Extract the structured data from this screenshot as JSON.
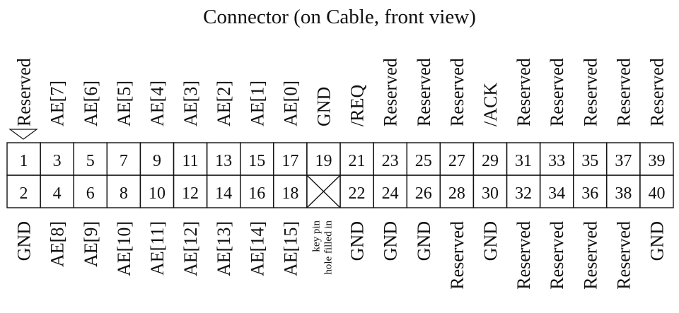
{
  "title": "Connector (on Cable, front view)",
  "top_row": [
    {
      "pin": "1",
      "signal": "Reserved"
    },
    {
      "pin": "3",
      "signal": "AE[7]"
    },
    {
      "pin": "5",
      "signal": "AE[6]"
    },
    {
      "pin": "7",
      "signal": "AE[5]"
    },
    {
      "pin": "9",
      "signal": "AE[4]"
    },
    {
      "pin": "11",
      "signal": "AE[3]"
    },
    {
      "pin": "13",
      "signal": "AE[2]"
    },
    {
      "pin": "15",
      "signal": "AE[1]"
    },
    {
      "pin": "17",
      "signal": "AE[0]"
    },
    {
      "pin": "19",
      "signal": "GND"
    },
    {
      "pin": "21",
      "signal": "/REQ"
    },
    {
      "pin": "23",
      "signal": "Reserved"
    },
    {
      "pin": "25",
      "signal": "Reserved"
    },
    {
      "pin": "27",
      "signal": "Reserved"
    },
    {
      "pin": "29",
      "signal": "/ACK"
    },
    {
      "pin": "31",
      "signal": "Reserved"
    },
    {
      "pin": "33",
      "signal": "Reserved"
    },
    {
      "pin": "35",
      "signal": "Reserved"
    },
    {
      "pin": "37",
      "signal": "Reserved"
    },
    {
      "pin": "39",
      "signal": "Reserved"
    }
  ],
  "bottom_row": [
    {
      "pin": "2",
      "signal": "GND"
    },
    {
      "pin": "4",
      "signal": "AE[8]"
    },
    {
      "pin": "6",
      "signal": "AE[9]"
    },
    {
      "pin": "8",
      "signal": "AE[10]"
    },
    {
      "pin": "10",
      "signal": "AE[11]"
    },
    {
      "pin": "12",
      "signal": "AE[12]"
    },
    {
      "pin": "14",
      "signal": "AE[13]"
    },
    {
      "pin": "16",
      "signal": "AE[14]"
    },
    {
      "pin": "18",
      "signal": "AE[15]"
    },
    {
      "pin": "",
      "signal": "",
      "key_pin": true,
      "note_lines": [
        "key pin",
        "hole filled in"
      ]
    },
    {
      "pin": "22",
      "signal": "GND"
    },
    {
      "pin": "24",
      "signal": "GND"
    },
    {
      "pin": "26",
      "signal": "GND"
    },
    {
      "pin": "28",
      "signal": "Reserved"
    },
    {
      "pin": "30",
      "signal": "GND"
    },
    {
      "pin": "32",
      "signal": "Reserved"
    },
    {
      "pin": "34",
      "signal": "Reserved"
    },
    {
      "pin": "36",
      "signal": "Reserved"
    },
    {
      "pin": "38",
      "signal": "Reserved"
    },
    {
      "pin": "40",
      "signal": "GND"
    }
  ]
}
